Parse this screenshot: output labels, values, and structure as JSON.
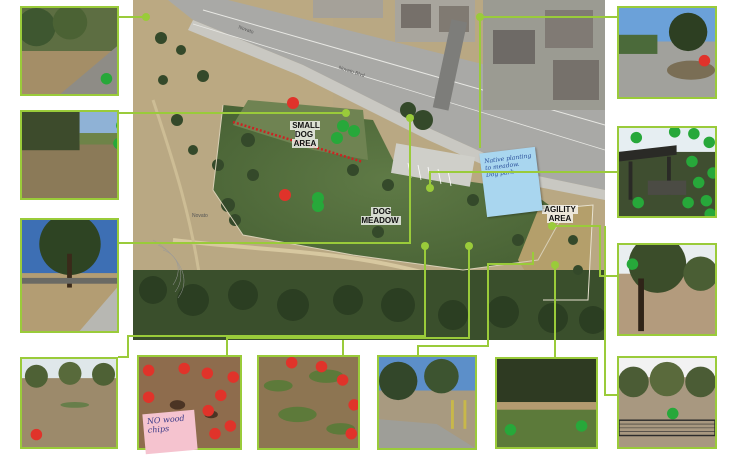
{
  "map": {
    "labels": {
      "small_dog_area_1": "SMALL DOG",
      "small_dog_area_2": "AREA",
      "dog_meadow": "DOG MEADOW",
      "agility_area_1": "AGILITY",
      "agility_area_2": "AREA"
    },
    "road_labels": [
      "Novato",
      "Novato Blvd",
      "Novato"
    ],
    "sticky_note": "Native planting to meadow. Dog park",
    "pink_note": "NO wood chips"
  },
  "colors": {
    "connector": "#9acb3a",
    "marker_red": "#e0332a",
    "marker_green": "#27a83a",
    "fence": "#cc2222"
  },
  "legend_markers": [
    "red-marker",
    "green-marker"
  ]
}
